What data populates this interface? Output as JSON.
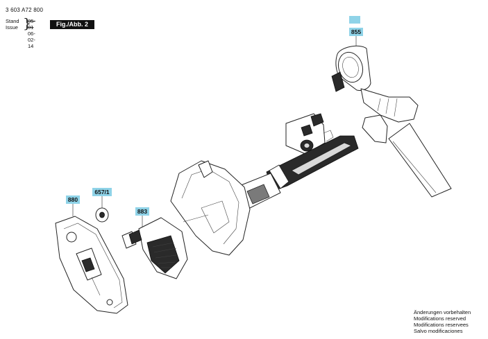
{
  "header": {
    "doc_number": "3 603 A72 800",
    "stand_label": "Stand",
    "issue_label": "Issue",
    "stand_date": "05-01",
    "issue_date": "06-02-14",
    "figure_label": "Fig./Abb. 2"
  },
  "callouts": {
    "part_855": "855",
    "part_880": "880",
    "part_657_1": "657/1",
    "part_883": "883"
  },
  "colors": {
    "callout_bg": "#8fd3e8",
    "badge_bg": "#111111"
  },
  "disclaimer": {
    "de": "Änderungen vorbehalten",
    "en": "Modifications reserved",
    "fr": "Modifications reservees",
    "es": "Salvo modificaciones"
  }
}
